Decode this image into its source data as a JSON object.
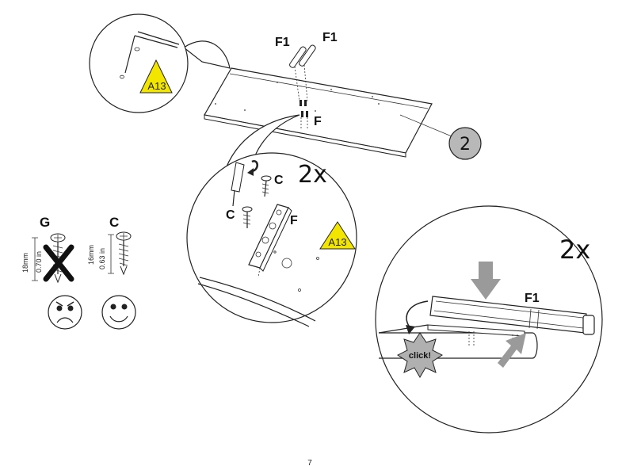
{
  "labels": {
    "f1_left": "F1",
    "f1_right": "F1",
    "f_panel": "F",
    "c_top": "C",
    "c_left": "C",
    "f_mid": "F",
    "mult_mid": "2x",
    "mult_br": "2x",
    "f1_br": "F1",
    "screw_g": "G",
    "screw_c": "C",
    "g_len_mm": "18mm",
    "g_len_in": "0.70 in",
    "c_len_mm": "16mm",
    "c_len_in": "0.63 in",
    "click": "click!",
    "step": "2",
    "page": "7"
  },
  "warnings": {
    "top": "A13",
    "mid": "A13"
  },
  "colors": {
    "warning_fill": "#f2e600",
    "step_fill": "#b8b8b8",
    "arrow_gray": "#9a9a9a"
  },
  "icons": {
    "sad_face": "sad-face-icon",
    "smile_face": "smile-face-icon",
    "cross": "cross-icon"
  }
}
